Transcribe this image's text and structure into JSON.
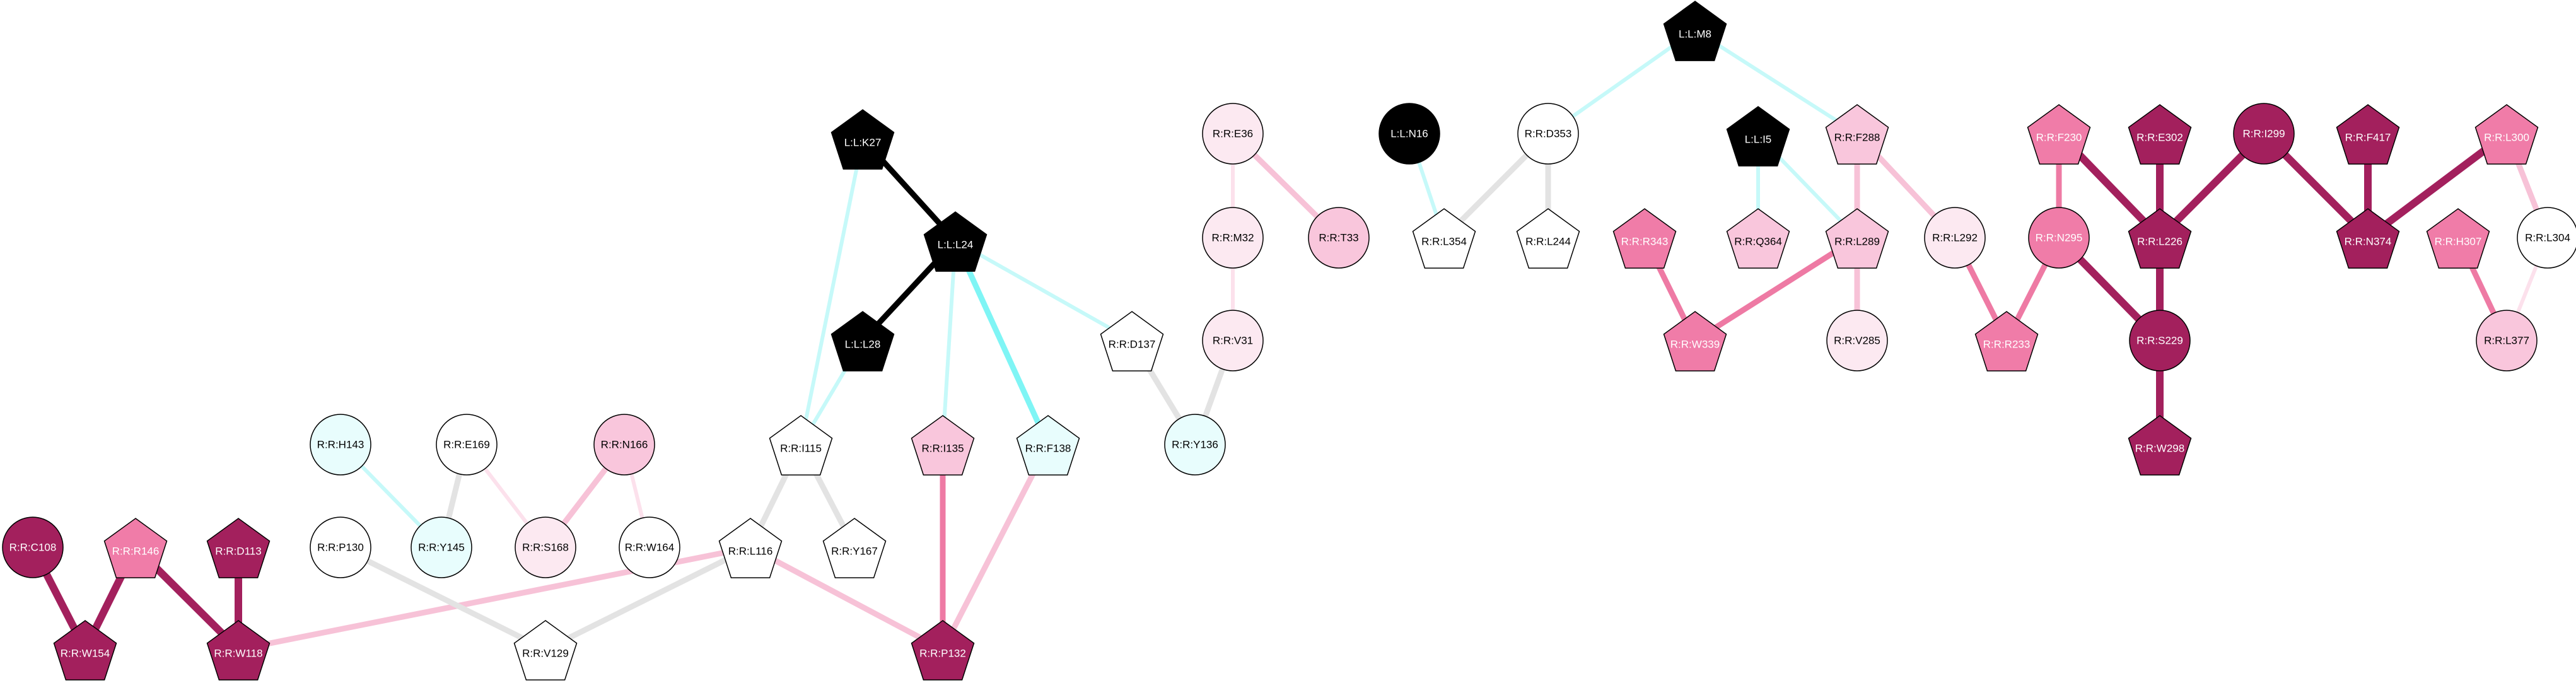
{
  "colors": {
    "black": "#000000",
    "white": "#ffffff",
    "cyan_light": "#e8fdfd",
    "pink_pale": "#fce9f1",
    "pink_light": "#f9c6dc",
    "pink_mid": "#f07ca8",
    "magenta_dark": "#a3205d",
    "edge_gray": "#e3e3e3",
    "edge_cyan": "#c6f9f9",
    "edge_cyan_strong": "#7ff5f5",
    "edge_pink_light": "#f7c2d7",
    "edge_pink_pale": "#fce1ec",
    "edge_pink_mid": "#ee7aa4"
  },
  "nodes": [
    {
      "id": "L:L:M8",
      "shape": "pentagon",
      "fill": "black"
    },
    {
      "id": "L:L:K27",
      "shape": "pentagon",
      "fill": "black"
    },
    {
      "id": "L:L:L24",
      "shape": "pentagon",
      "fill": "black"
    },
    {
      "id": "L:L:L28",
      "shape": "pentagon",
      "fill": "black"
    },
    {
      "id": "L:L:N16",
      "shape": "circle",
      "fill": "black"
    },
    {
      "id": "L:L:I5",
      "shape": "pentagon",
      "fill": "black"
    },
    {
      "id": "R:R:E36",
      "shape": "circle",
      "fill": "pink_pale"
    },
    {
      "id": "R:R:M32",
      "shape": "circle",
      "fill": "pink_pale"
    },
    {
      "id": "R:R:V31",
      "shape": "circle",
      "fill": "pink_pale"
    },
    {
      "id": "R:R:T33",
      "shape": "circle",
      "fill": "pink_light"
    },
    {
      "id": "R:R:D353",
      "shape": "circle",
      "fill": "white"
    },
    {
      "id": "R:R:L354",
      "shape": "pentagon",
      "fill": "white"
    },
    {
      "id": "R:R:L244",
      "shape": "pentagon",
      "fill": "white"
    },
    {
      "id": "R:R:D137",
      "shape": "pentagon",
      "fill": "white"
    },
    {
      "id": "R:R:Y136",
      "shape": "circle",
      "fill": "cyan_light"
    },
    {
      "id": "R:R:F288",
      "shape": "pentagon",
      "fill": "pink_light"
    },
    {
      "id": "R:R:L289",
      "shape": "pentagon",
      "fill": "pink_light"
    },
    {
      "id": "R:R:Q364",
      "shape": "pentagon",
      "fill": "pink_light"
    },
    {
      "id": "R:R:R343",
      "shape": "pentagon",
      "fill": "pink_mid"
    },
    {
      "id": "R:R:W339",
      "shape": "pentagon",
      "fill": "pink_mid"
    },
    {
      "id": "R:R:V285",
      "shape": "circle",
      "fill": "pink_pale"
    },
    {
      "id": "R:R:L292",
      "shape": "circle",
      "fill": "pink_pale"
    },
    {
      "id": "R:R:F230",
      "shape": "pentagon",
      "fill": "pink_mid"
    },
    {
      "id": "R:R:N295",
      "shape": "circle",
      "fill": "pink_mid"
    },
    {
      "id": "R:R:R233",
      "shape": "pentagon",
      "fill": "pink_mid"
    },
    {
      "id": "R:R:E302",
      "shape": "pentagon",
      "fill": "magenta_dark"
    },
    {
      "id": "R:R:L226",
      "shape": "pentagon",
      "fill": "magenta_dark"
    },
    {
      "id": "R:R:I299",
      "shape": "circle",
      "fill": "magenta_dark"
    },
    {
      "id": "R:R:S229",
      "shape": "circle",
      "fill": "magenta_dark"
    },
    {
      "id": "R:R:W298",
      "shape": "pentagon",
      "fill": "magenta_dark"
    },
    {
      "id": "R:R:F417",
      "shape": "pentagon",
      "fill": "magenta_dark"
    },
    {
      "id": "R:R:N374",
      "shape": "pentagon",
      "fill": "magenta_dark"
    },
    {
      "id": "R:R:L300",
      "shape": "pentagon",
      "fill": "pink_mid"
    },
    {
      "id": "R:R:H307",
      "shape": "pentagon",
      "fill": "pink_mid"
    },
    {
      "id": "R:R:L304",
      "shape": "circle",
      "fill": "white"
    },
    {
      "id": "R:R:L377",
      "shape": "circle",
      "fill": "pink_light"
    },
    {
      "id": "R:R:I115",
      "shape": "pentagon",
      "fill": "white"
    },
    {
      "id": "R:R:I135",
      "shape": "pentagon",
      "fill": "pink_light"
    },
    {
      "id": "R:R:F138",
      "shape": "pentagon",
      "fill": "cyan_light"
    },
    {
      "id": "R:R:L116",
      "shape": "pentagon",
      "fill": "white"
    },
    {
      "id": "R:R:Y167",
      "shape": "pentagon",
      "fill": "white"
    },
    {
      "id": "R:R:P132",
      "shape": "pentagon",
      "fill": "magenta_dark"
    },
    {
      "id": "R:R:V129",
      "shape": "pentagon",
      "fill": "white"
    },
    {
      "id": "R:R:H143",
      "shape": "circle",
      "fill": "cyan_light"
    },
    {
      "id": "R:R:E169",
      "shape": "circle",
      "fill": "white"
    },
    {
      "id": "R:R:N166",
      "shape": "circle",
      "fill": "pink_light"
    },
    {
      "id": "R:R:P130",
      "shape": "circle",
      "fill": "white"
    },
    {
      "id": "R:R:Y145",
      "shape": "circle",
      "fill": "cyan_light"
    },
    {
      "id": "R:R:S168",
      "shape": "circle",
      "fill": "pink_pale"
    },
    {
      "id": "R:R:W164",
      "shape": "circle",
      "fill": "white"
    },
    {
      "id": "R:R:C108",
      "shape": "circle",
      "fill": "magenta_dark"
    },
    {
      "id": "R:R:R146",
      "shape": "pentagon",
      "fill": "pink_mid"
    },
    {
      "id": "R:R:D113",
      "shape": "pentagon",
      "fill": "magenta_dark"
    },
    {
      "id": "R:R:W154",
      "shape": "pentagon",
      "fill": "magenta_dark"
    },
    {
      "id": "R:R:W118",
      "shape": "pentagon",
      "fill": "magenta_dark"
    }
  ],
  "edges": [
    {
      "from": "L:L:M8",
      "to": "R:R:D353",
      "color": "edge_cyan",
      "weight": 2
    },
    {
      "from": "L:L:M8",
      "to": "R:R:F288",
      "color": "edge_cyan",
      "weight": 2
    },
    {
      "from": "L:L:K27",
      "to": "L:L:L24",
      "color": "black",
      "weight": 3
    },
    {
      "from": "L:L:K27",
      "to": "R:R:I115",
      "color": "edge_cyan",
      "weight": 2
    },
    {
      "from": "L:L:L24",
      "to": "L:L:L28",
      "color": "black",
      "weight": 3
    },
    {
      "from": "L:L:L24",
      "to": "R:R:D137",
      "color": "edge_cyan",
      "weight": 2
    },
    {
      "from": "L:L:L24",
      "to": "R:R:I135",
      "color": "edge_cyan",
      "weight": 2
    },
    {
      "from": "L:L:L24",
      "to": "R:R:F138",
      "color": "edge_cyan_strong",
      "weight": 3
    },
    {
      "from": "L:L:L28",
      "to": "R:R:I115",
      "color": "edge_cyan",
      "weight": 2
    },
    {
      "from": "L:L:N16",
      "to": "R:R:L354",
      "color": "edge_cyan",
      "weight": 2
    },
    {
      "from": "L:L:I5",
      "to": "R:R:Q364",
      "color": "edge_cyan",
      "weight": 2
    },
    {
      "from": "L:L:I5",
      "to": "R:R:L289",
      "color": "edge_cyan",
      "weight": 2
    },
    {
      "from": "R:R:E36",
      "to": "R:R:M32",
      "color": "edge_pink_pale",
      "weight": 2
    },
    {
      "from": "R:R:E36",
      "to": "R:R:T33",
      "color": "edge_pink_light",
      "weight": 3
    },
    {
      "from": "R:R:M32",
      "to": "R:R:V31",
      "color": "edge_pink_pale",
      "weight": 2
    },
    {
      "from": "R:R:V31",
      "to": "R:R:Y136",
      "color": "edge_gray",
      "weight": 3
    },
    {
      "from": "R:R:D137",
      "to": "R:R:Y136",
      "color": "edge_gray",
      "weight": 3
    },
    {
      "from": "R:R:D353",
      "to": "R:R:L354",
      "color": "edge_gray",
      "weight": 3
    },
    {
      "from": "R:R:D353",
      "to": "R:R:L244",
      "color": "edge_gray",
      "weight": 3
    },
    {
      "from": "R:R:F288",
      "to": "R:R:L289",
      "color": "edge_pink_light",
      "weight": 3
    },
    {
      "from": "R:R:F288",
      "to": "R:R:L292",
      "color": "edge_pink_light",
      "weight": 3
    },
    {
      "from": "R:R:L289",
      "to": "R:R:W339",
      "color": "edge_pink_mid",
      "weight": 3
    },
    {
      "from": "R:R:L289",
      "to": "R:R:V285",
      "color": "edge_pink_light",
      "weight": 3
    },
    {
      "from": "R:R:R343",
      "to": "R:R:W339",
      "color": "edge_pink_mid",
      "weight": 3
    },
    {
      "from": "R:R:L292",
      "to": "R:R:R233",
      "color": "edge_pink_mid",
      "weight": 3
    },
    {
      "from": "R:R:F230",
      "to": "R:R:N295",
      "color": "edge_pink_mid",
      "weight": 3
    },
    {
      "from": "R:R:F230",
      "to": "R:R:L226",
      "color": "magenta_dark",
      "weight": 4
    },
    {
      "from": "R:R:N295",
      "to": "R:R:R233",
      "color": "edge_pink_mid",
      "weight": 3
    },
    {
      "from": "R:R:N295",
      "to": "R:R:S229",
      "color": "magenta_dark",
      "weight": 4
    },
    {
      "from": "R:R:E302",
      "to": "R:R:L226",
      "color": "magenta_dark",
      "weight": 4
    },
    {
      "from": "R:R:I299",
      "to": "R:R:L226",
      "color": "magenta_dark",
      "weight": 4
    },
    {
      "from": "R:R:I299",
      "to": "R:R:N374",
      "color": "magenta_dark",
      "weight": 4
    },
    {
      "from": "R:R:L226",
      "to": "R:R:S229",
      "color": "magenta_dark",
      "weight": 4
    },
    {
      "from": "R:R:S229",
      "to": "R:R:W298",
      "color": "magenta_dark",
      "weight": 4
    },
    {
      "from": "R:R:F417",
      "to": "R:R:N374",
      "color": "magenta_dark",
      "weight": 4
    },
    {
      "from": "R:R:L300",
      "to": "R:R:N374",
      "color": "magenta_dark",
      "weight": 4
    },
    {
      "from": "R:R:L300",
      "to": "R:R:L304",
      "color": "edge_pink_light",
      "weight": 3
    },
    {
      "from": "R:R:H307",
      "to": "R:R:L377",
      "color": "edge_pink_mid",
      "weight": 3
    },
    {
      "from": "R:R:L304",
      "to": "R:R:L377",
      "color": "edge_pink_pale",
      "weight": 2
    },
    {
      "from": "R:R:I115",
      "to": "R:R:L116",
      "color": "edge_gray",
      "weight": 3
    },
    {
      "from": "R:R:I115",
      "to": "R:R:Y167",
      "color": "edge_gray",
      "weight": 3
    },
    {
      "from": "R:R:I135",
      "to": "R:R:P132",
      "color": "edge_pink_mid",
      "weight": 3
    },
    {
      "from": "R:R:F138",
      "to": "R:R:P132",
      "color": "edge_pink_light",
      "weight": 3
    },
    {
      "from": "R:R:L116",
      "to": "R:R:P132",
      "color": "edge_pink_light",
      "weight": 3
    },
    {
      "from": "R:R:L116",
      "to": "R:R:W118",
      "color": "edge_pink_light",
      "weight": 3
    },
    {
      "from": "R:R:L116",
      "to": "R:R:V129",
      "color": "edge_gray",
      "weight": 3
    },
    {
      "from": "R:R:P130",
      "to": "R:R:V129",
      "color": "edge_gray",
      "weight": 3
    },
    {
      "from": "R:R:H143",
      "to": "R:R:Y145",
      "color": "edge_cyan",
      "weight": 2
    },
    {
      "from": "R:R:E169",
      "to": "R:R:Y145",
      "color": "edge_gray",
      "weight": 3
    },
    {
      "from": "R:R:E169",
      "to": "R:R:S168",
      "color": "edge_pink_pale",
      "weight": 2
    },
    {
      "from": "R:R:N166",
      "to": "R:R:S168",
      "color": "edge_pink_light",
      "weight": 3
    },
    {
      "from": "R:R:N166",
      "to": "R:R:W164",
      "color": "edge_pink_pale",
      "weight": 2
    },
    {
      "from": "R:R:C108",
      "to": "R:R:W154",
      "color": "magenta_dark",
      "weight": 4
    },
    {
      "from": "R:R:R146",
      "to": "R:R:W154",
      "color": "magenta_dark",
      "weight": 4
    },
    {
      "from": "R:R:R146",
      "to": "R:R:W118",
      "color": "magenta_dark",
      "weight": 4
    },
    {
      "from": "R:R:D113",
      "to": "R:R:W118",
      "color": "magenta_dark",
      "weight": 4
    }
  ]
}
